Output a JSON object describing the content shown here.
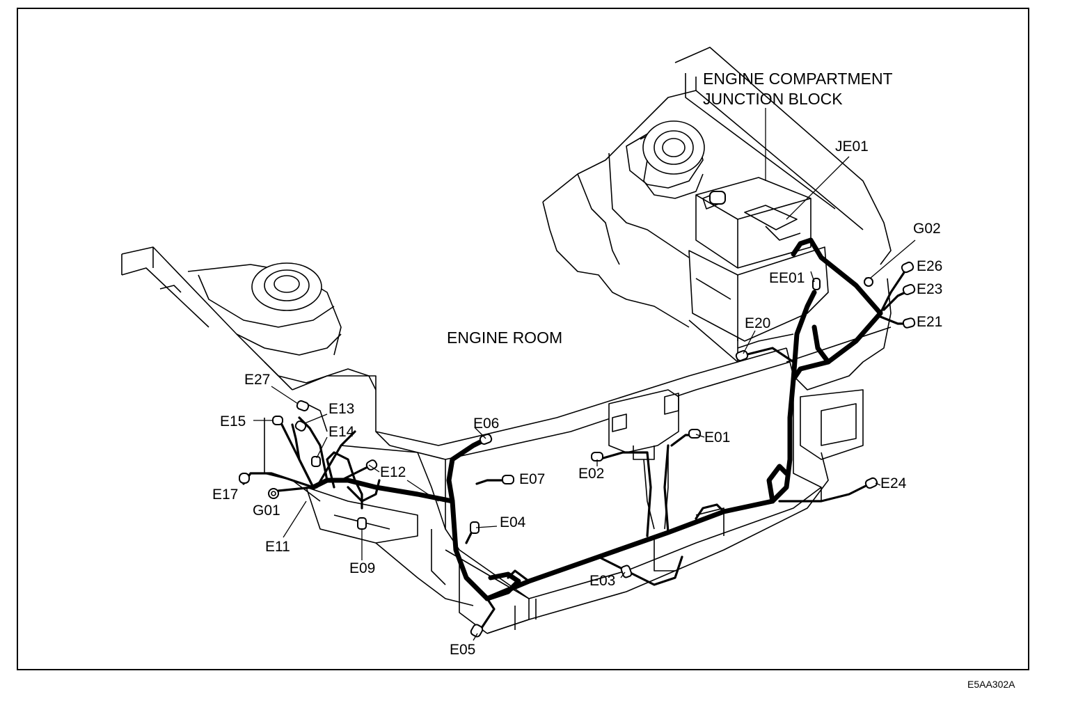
{
  "labels": {
    "junction_line1": "ENGINE COMPARTMENT",
    "junction_line2": "JUNCTION BLOCK",
    "engine_room": "ENGINE ROOM",
    "JE01": "JE01",
    "G02": "G02",
    "E26": "E26",
    "E23": "E23",
    "E21": "E21",
    "EE01": "EE01",
    "E20": "E20",
    "E27": "E27",
    "E13": "E13",
    "E15": "E15",
    "E14": "E14",
    "E06": "E06",
    "E01": "E01",
    "E12": "E12",
    "E02": "E02",
    "E07": "E07",
    "E24": "E24",
    "E17": "E17",
    "G01": "G01",
    "E04": "E04",
    "E11": "E11",
    "E09": "E09",
    "E03": "E03",
    "E05": "E05"
  },
  "figure_code": "E5AA302A",
  "colors": {
    "ink": "#000000",
    "paper": "#ffffff"
  }
}
